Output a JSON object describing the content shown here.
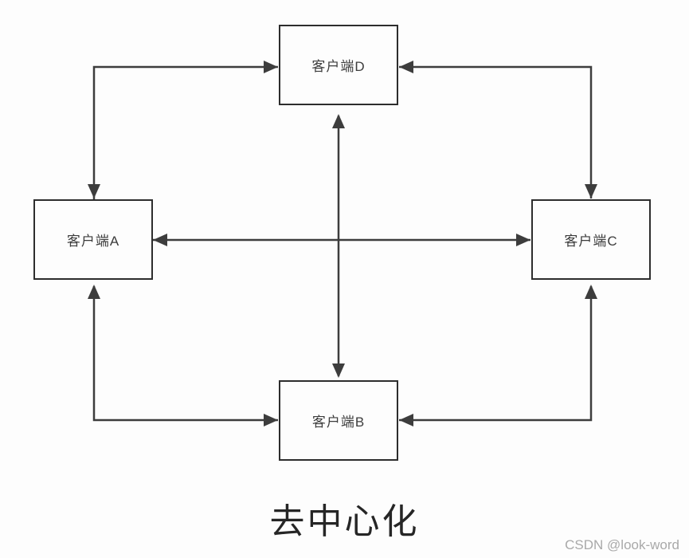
{
  "diagram": {
    "title": "去中心化",
    "nodes": [
      {
        "id": "D",
        "label": "客户端D"
      },
      {
        "id": "A",
        "label": "客户端A"
      },
      {
        "id": "C",
        "label": "客户端C"
      },
      {
        "id": "B",
        "label": "客户端B"
      }
    ],
    "edges": [
      {
        "from": "客户端A",
        "to": "客户端D",
        "bidirectional": true,
        "shape": "elbow"
      },
      {
        "from": "客户端D",
        "to": "客户端C",
        "bidirectional": true,
        "shape": "elbow"
      },
      {
        "from": "客户端A",
        "to": "客户端C",
        "bidirectional": true,
        "shape": "straight"
      },
      {
        "from": "客户端D",
        "to": "客户端B",
        "bidirectional": true,
        "shape": "straight"
      },
      {
        "from": "客户端A",
        "to": "客户端B",
        "bidirectional": true,
        "shape": "elbow"
      },
      {
        "from": "客户端B",
        "to": "客户端C",
        "bidirectional": true,
        "shape": "elbow"
      }
    ]
  },
  "watermark": {
    "text": "CSDN @look-word"
  },
  "colors": {
    "background": "#fdfdfd",
    "line": "#3d3d3d",
    "box_border": "#2d2d2d",
    "node_text": "#3c3c3c",
    "title_text": "#262626",
    "watermark_text": "#a9a9a9"
  }
}
